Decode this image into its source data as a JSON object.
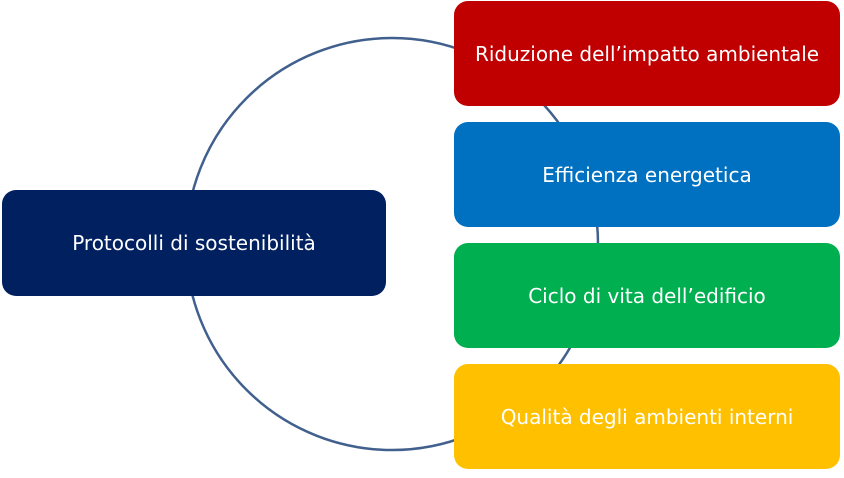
{
  "diagram": {
    "center": {
      "label": "Protocolli di sostenibilità",
      "color": "#002060"
    },
    "ring_color": "#41608D",
    "items": [
      {
        "label": "Riduzione dell’impatto ambientale",
        "color": "#C00000"
      },
      {
        "label": "Efficienza energetica",
        "color": "#0070C0"
      },
      {
        "label": "Ciclo di vita dell’edificio",
        "color": "#00B050"
      },
      {
        "label": "Qualità degli ambienti interni",
        "color": "#FFC000"
      }
    ]
  }
}
